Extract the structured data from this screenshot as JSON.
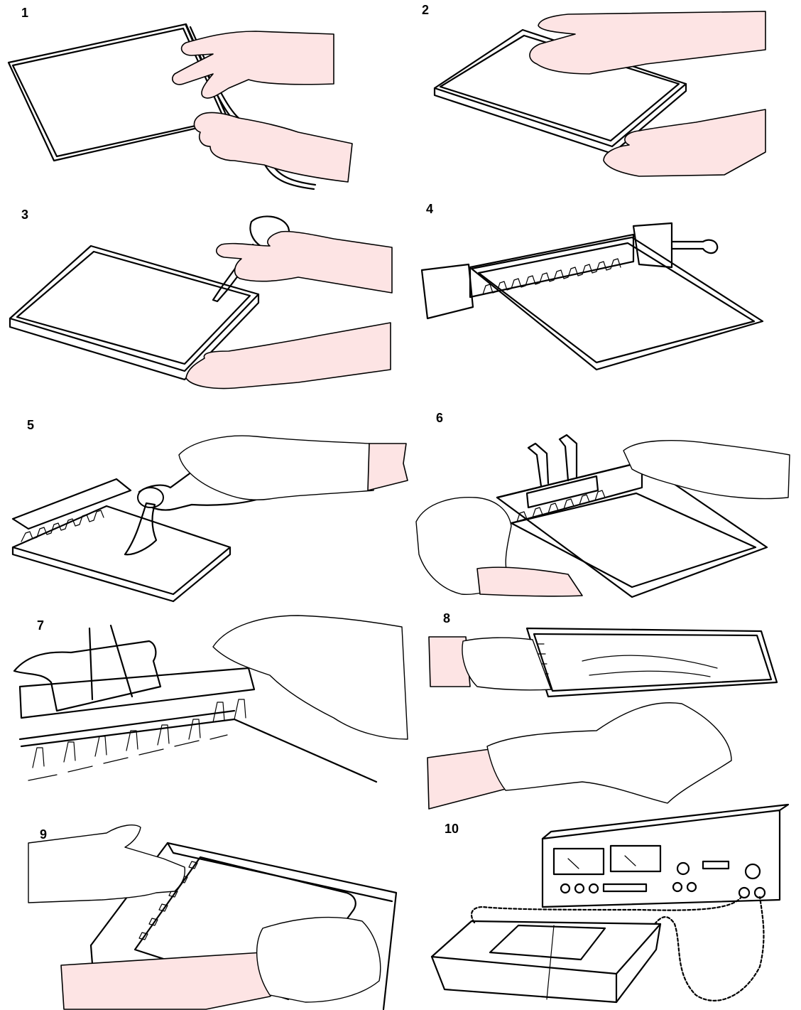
{
  "figure": {
    "steps": [
      {
        "label": "1"
      },
      {
        "label": "2"
      },
      {
        "label": "3"
      },
      {
        "label": "4"
      },
      {
        "label": "5"
      },
      {
        "label": "6"
      },
      {
        "label": "7"
      },
      {
        "label": "8"
      },
      {
        "label": "9"
      },
      {
        "label": "10"
      }
    ]
  },
  "colors": {
    "skin": "#fde4e4",
    "gel": "#949ee6",
    "liquid": "#eef3fb",
    "ink": "#000000",
    "background": "#ffffff"
  }
}
